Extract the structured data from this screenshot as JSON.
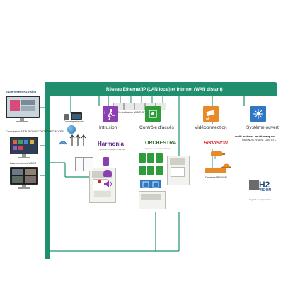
{
  "supervisor": {
    "title": "Superviseur H2Vision"
  },
  "consultation": {
    "label": "Consultation INTRUSION & CONTROLE D'ACCES"
  },
  "video_watch": {
    "label": "Assermentment VIDEO"
  },
  "network": {
    "title": "Réseau Ethernet/IP (LAN local) et Internet (WAN distant)"
  },
  "multisites": {
    "label": "Centralisation MULTI-SITES"
  },
  "domotique": {
    "label": "Domotique terrain"
  },
  "categories": {
    "intrusion": "Intrusion",
    "access": "Contrôle d'accès",
    "video": "Vidéoprotection",
    "open": "Système ouvert"
  },
  "brands": {
    "harmonia": "Harmonia",
    "harmonia_sub": "Système de gestion d'alarmes",
    "orchestra": "ORCHESTRA",
    "orchestra_sub": "Système de contrôle d'accès",
    "hikvision": "HIKVISION"
  },
  "open_system": {
    "line1": "multi-métiers - multi-marques",
    "line2": "INCENDIE, VIDEO, GTB GTC"
  },
  "cameras": {
    "label": "Caméras IP & NVR"
  },
  "logo": {
    "mark": "H2",
    "name": "VISION",
    "tagline": "Logiciel de Supervision"
  },
  "colors": {
    "network_green": "#1f8f70",
    "icon_purple": "#8c3fb0",
    "icon_green": "#2f9c3c",
    "icon_orange": "#e8892a",
    "icon_blue": "#2f78c4",
    "brand_red": "#d2232a"
  },
  "icons": [
    "wifi-icon",
    "up-arrows-icon",
    "intrusion-icon",
    "access-control-icon",
    "cctv-camera-icon",
    "network-hub-icon",
    "speaker-icon",
    "siren-icon",
    "badge-reader-icon",
    "elevator-icon"
  ]
}
